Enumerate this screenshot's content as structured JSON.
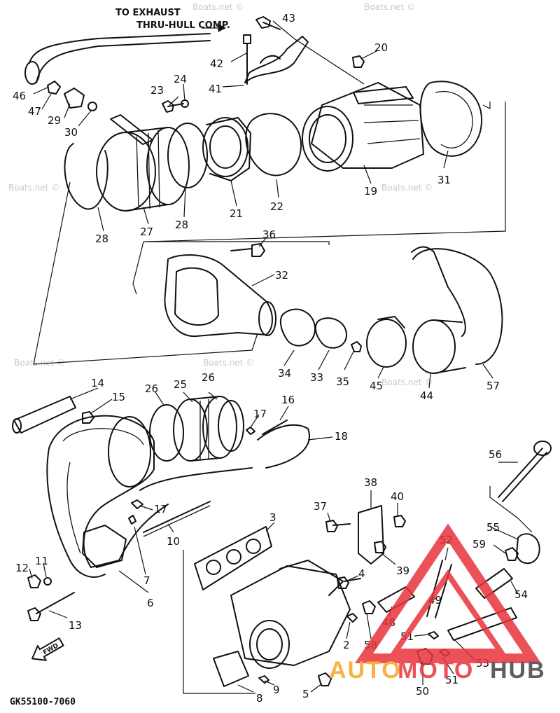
{
  "diagram": {
    "note_line1": "TO EXHAUST",
    "note_line2": "THRU-HULL COMP.",
    "diagram_code": "GK55100-7060",
    "fwd_label": "FWD",
    "watermark": "Boats.net ©",
    "logo": {
      "part1": "AUTO",
      "part2": "MOTO",
      "part3": "HUB",
      "color_red": "#e8333a",
      "color_orange": "#f5a623",
      "color_dark": "#444444"
    },
    "callouts": [
      {
        "id": "c43",
        "text": "43"
      },
      {
        "id": "c20",
        "text": "20"
      },
      {
        "id": "c42",
        "text": "42"
      },
      {
        "id": "c41",
        "text": "41"
      },
      {
        "id": "c46",
        "text": "46"
      },
      {
        "id": "c47",
        "text": "47"
      },
      {
        "id": "c29",
        "text": "29"
      },
      {
        "id": "c30",
        "text": "30"
      },
      {
        "id": "c23",
        "text": "23"
      },
      {
        "id": "c24",
        "text": "24"
      },
      {
        "id": "c31",
        "text": "31"
      },
      {
        "id": "c19",
        "text": "19"
      },
      {
        "id": "c22",
        "text": "22"
      },
      {
        "id": "c21",
        "text": "21"
      },
      {
        "id": "c28a",
        "text": "28"
      },
      {
        "id": "c27",
        "text": "27"
      },
      {
        "id": "c28b",
        "text": "28"
      },
      {
        "id": "c36",
        "text": "36"
      },
      {
        "id": "c32",
        "text": "32"
      },
      {
        "id": "c34",
        "text": "34"
      },
      {
        "id": "c33",
        "text": "33"
      },
      {
        "id": "c35",
        "text": "35"
      },
      {
        "id": "c45",
        "text": "45"
      },
      {
        "id": "c44",
        "text": "44"
      },
      {
        "id": "c57",
        "text": "57"
      },
      {
        "id": "c14",
        "text": "14"
      },
      {
        "id": "c15",
        "text": "15"
      },
      {
        "id": "c26a",
        "text": "26"
      },
      {
        "id": "c25",
        "text": "25"
      },
      {
        "id": "c26b",
        "text": "26"
      },
      {
        "id": "c17a",
        "text": "17"
      },
      {
        "id": "c16",
        "text": "16"
      },
      {
        "id": "c18",
        "text": "18"
      },
      {
        "id": "c17b",
        "text": "17"
      },
      {
        "id": "c10",
        "text": "10"
      },
      {
        "id": "c12",
        "text": "12"
      },
      {
        "id": "c11",
        "text": "11"
      },
      {
        "id": "c7",
        "text": "7"
      },
      {
        "id": "c6",
        "text": "6"
      },
      {
        "id": "c13",
        "text": "13"
      },
      {
        "id": "c3",
        "text": "3"
      },
      {
        "id": "c38",
        "text": "38"
      },
      {
        "id": "c37",
        "text": "37"
      },
      {
        "id": "c40",
        "text": "40"
      },
      {
        "id": "c56",
        "text": "56"
      },
      {
        "id": "c52",
        "text": "52"
      },
      {
        "id": "c55",
        "text": "55"
      },
      {
        "id": "c59",
        "text": "59"
      },
      {
        "id": "c39",
        "text": "39"
      },
      {
        "id": "c4",
        "text": "4"
      },
      {
        "id": "c49",
        "text": "49"
      },
      {
        "id": "c54",
        "text": "54"
      },
      {
        "id": "c48",
        "text": "48"
      },
      {
        "id": "c2",
        "text": "2"
      },
      {
        "id": "c58",
        "text": "58"
      },
      {
        "id": "c51a",
        "text": "51"
      },
      {
        "id": "c53",
        "text": "53"
      },
      {
        "id": "c51b",
        "text": "51"
      },
      {
        "id": "c50",
        "text": "50"
      },
      {
        "id": "c9",
        "text": "9"
      },
      {
        "id": "c5",
        "text": "5"
      },
      {
        "id": "c8",
        "text": "8"
      }
    ]
  }
}
